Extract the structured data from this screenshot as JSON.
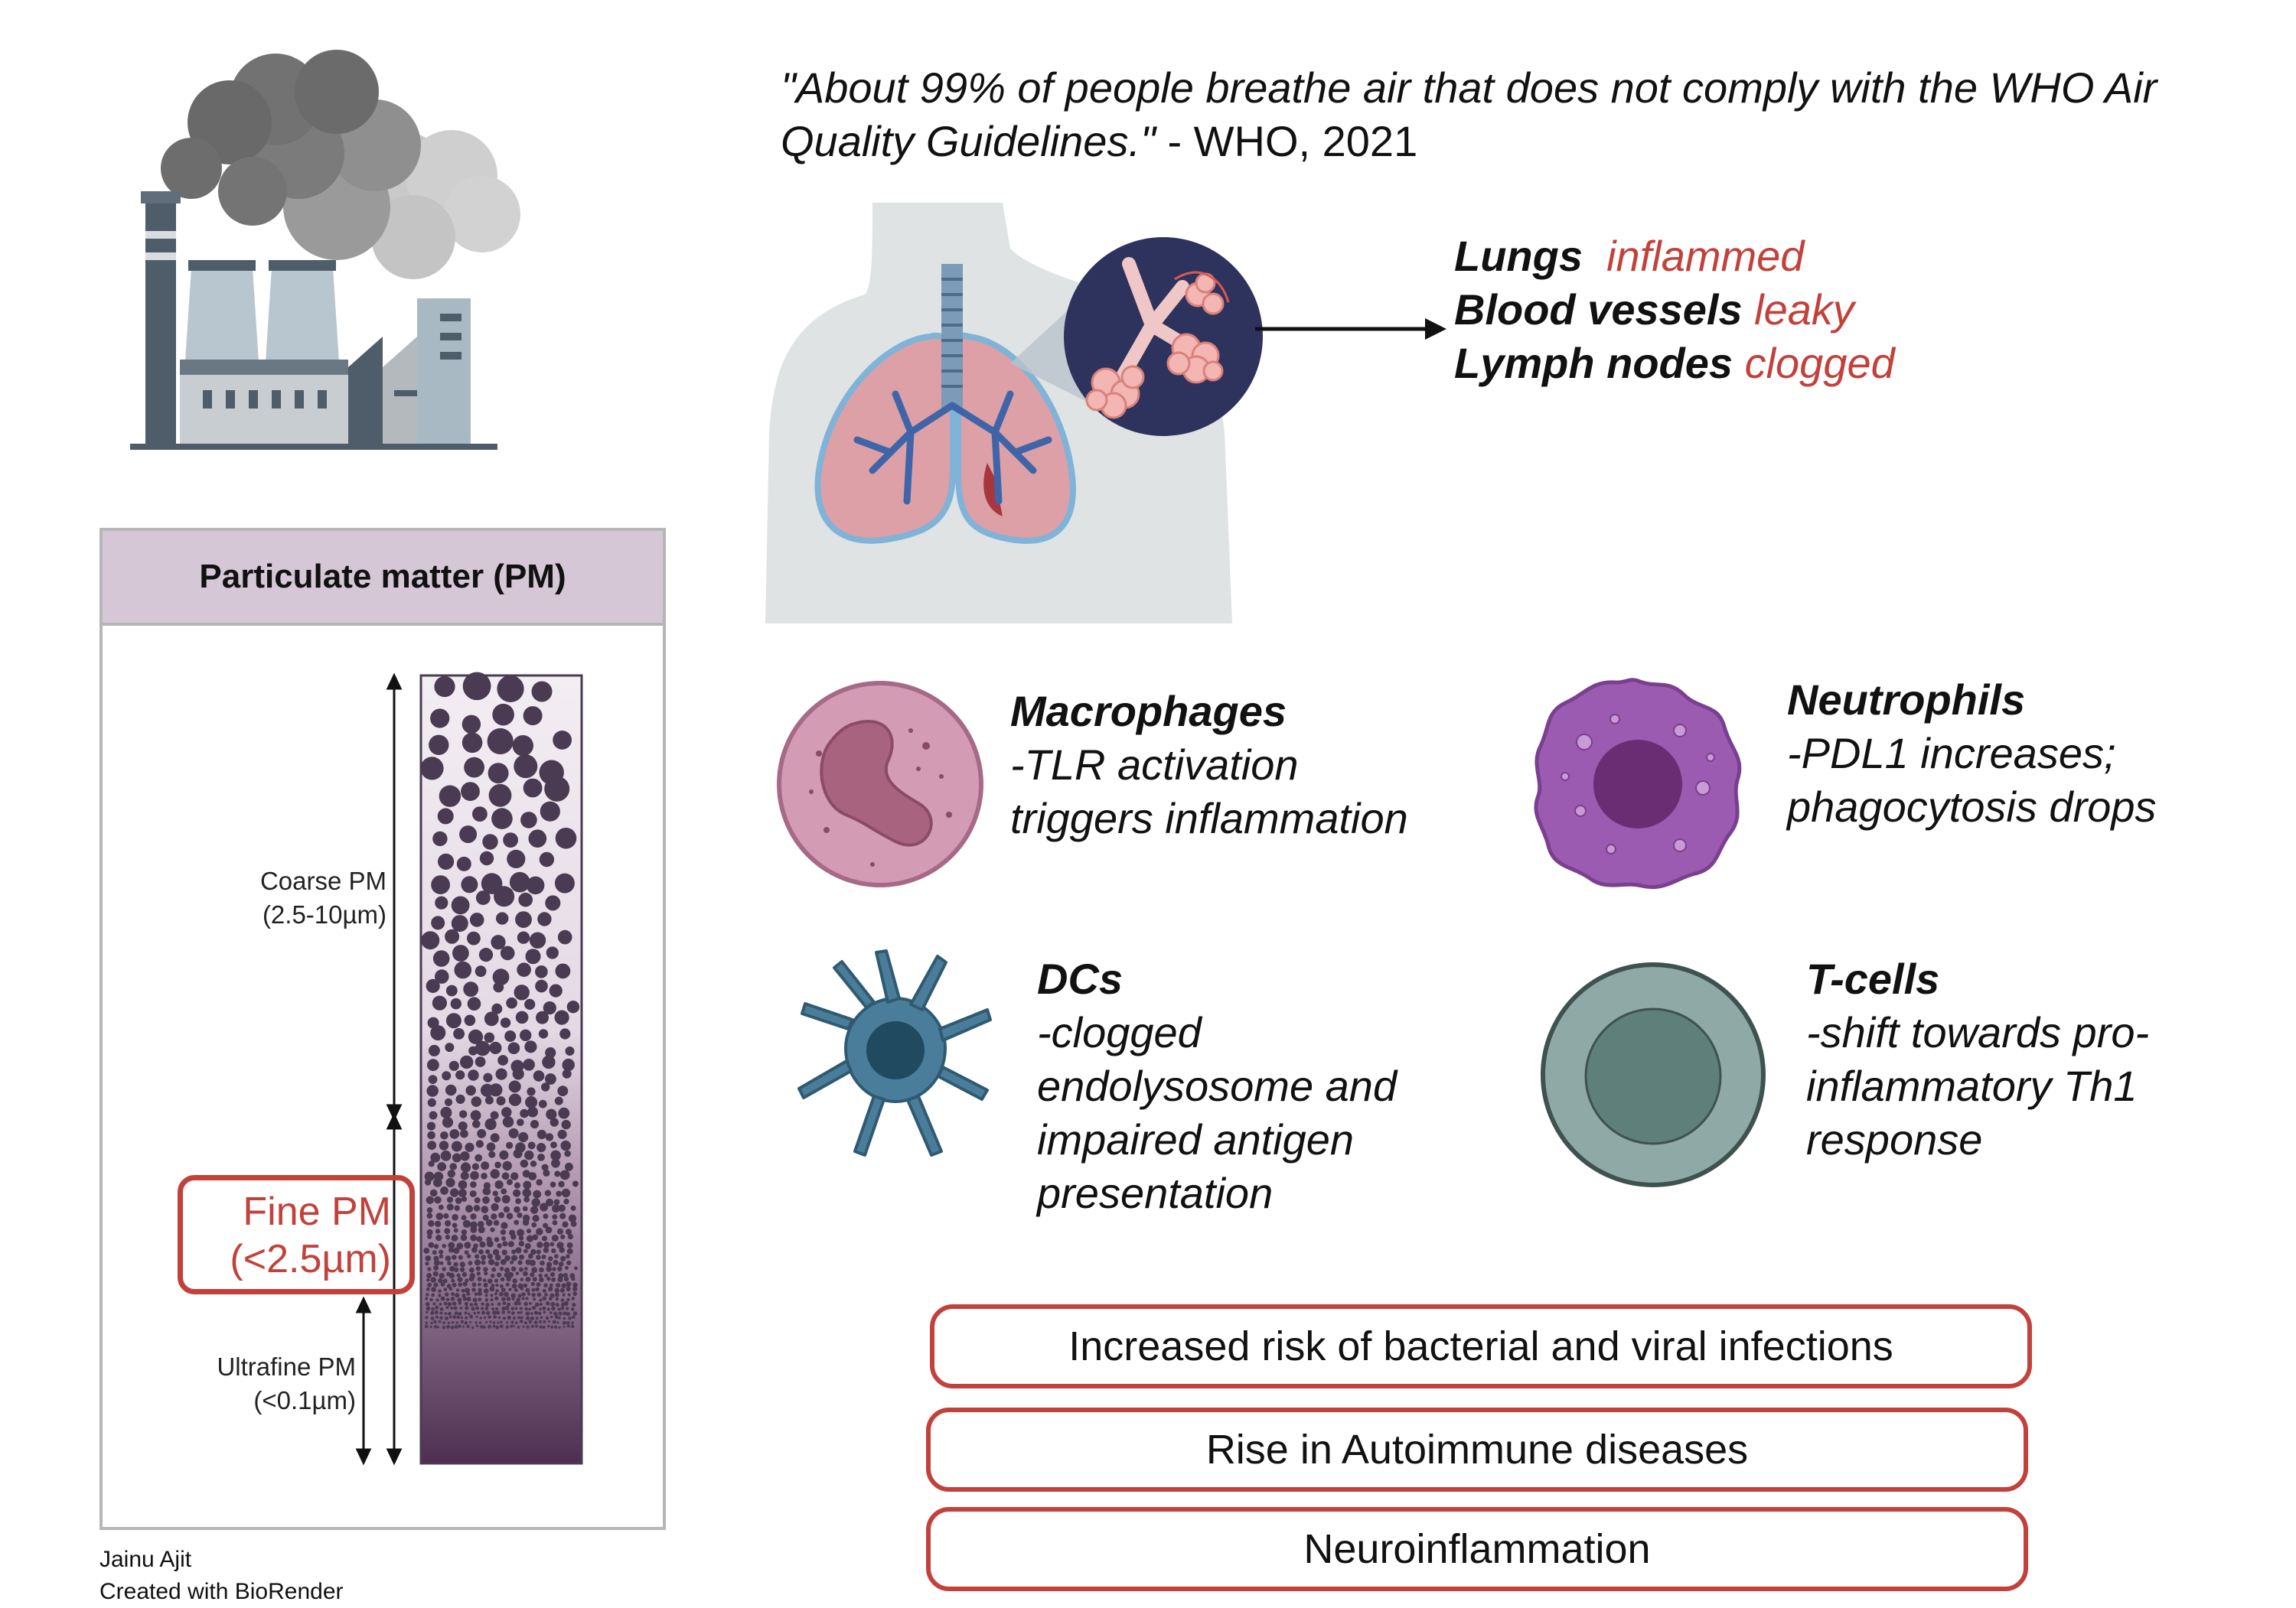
{
  "quote": {
    "text": "\"About 99% of people breathe air that does not comply with the WHO Air Quality Guidelines.\"",
    "attribution": " - WHO, 2021"
  },
  "organs": [
    {
      "name": "Lungs",
      "state": "inflammed"
    },
    {
      "name": "Blood vessels",
      "state": "leaky"
    },
    {
      "name": "Lymph nodes",
      "state": "clogged"
    }
  ],
  "pm": {
    "header": "Particulate matter (PM)",
    "coarse": {
      "name": "Coarse PM",
      "size": "(2.5-10µm)"
    },
    "fine": {
      "name": "Fine PM",
      "size": "(<2.5µm)"
    },
    "ultrafine": {
      "name": "Ultrafine PM",
      "size": "(<0.1µm)"
    }
  },
  "cells": {
    "macrophages": {
      "title": "Macrophages",
      "lines": [
        "-TLR activation",
        "triggers inflammation"
      ]
    },
    "neutrophils": {
      "title": "Neutrophils",
      "lines": [
        "-PDL1 increases;",
        "phagocytosis drops"
      ]
    },
    "dcs": {
      "title": "DCs",
      "lines": [
        "-clogged",
        "endolysosome and",
        "impaired antigen",
        "presentation"
      ]
    },
    "tcells": {
      "title": "T-cells",
      "lines": [
        "-shift towards pro-",
        "inflammatory Th1",
        "response"
      ]
    }
  },
  "outcomes": [
    "Increased risk of bacterial and viral infections",
    "Rise in Autoimmune diseases",
    "Neuroinflammation"
  ],
  "credit": {
    "author": "Jainu Ajit",
    "tool": "Created with BioRender"
  },
  "colors": {
    "accent_red": "#c2413b",
    "pm_header": "#d5c7d6",
    "particle": "#4a3a52",
    "macrophage": "#d49bb4",
    "neutrophil": "#9b5bb0",
    "dc": "#4a7d99",
    "tcell": "#8fa9a6"
  }
}
